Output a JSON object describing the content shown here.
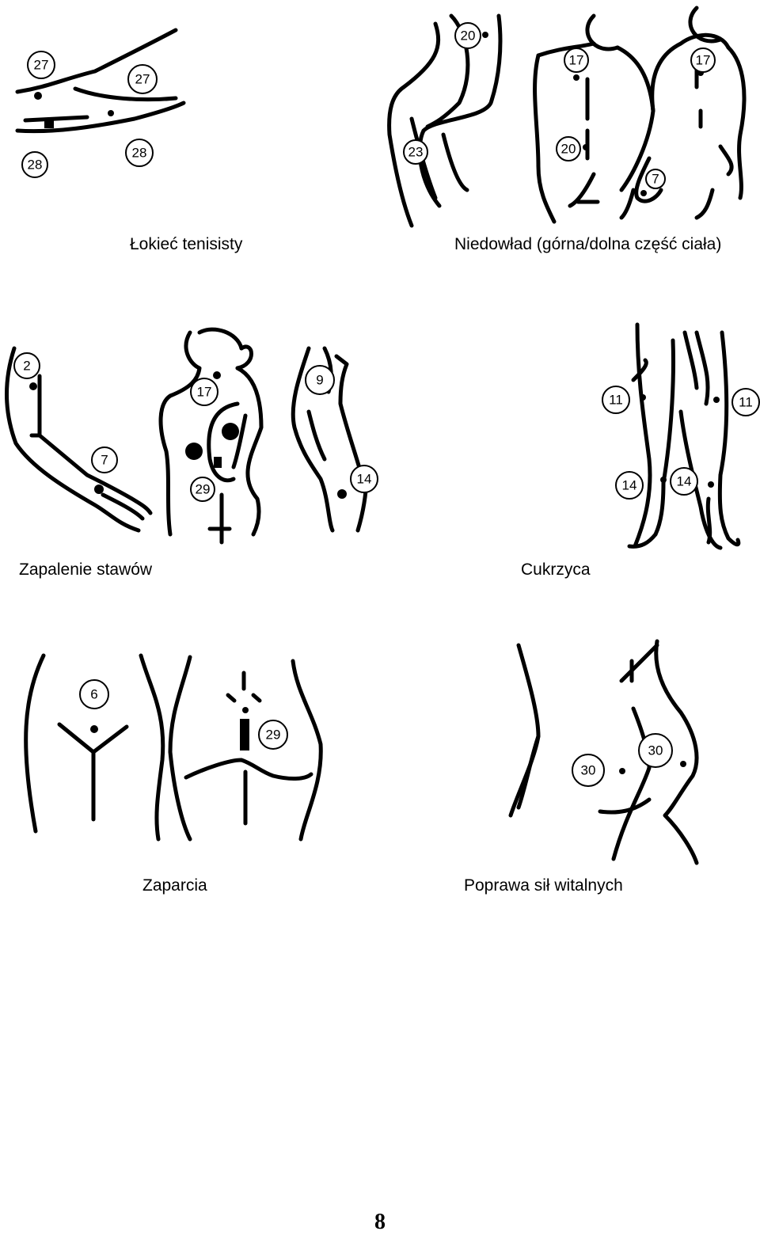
{
  "captions": {
    "tennis_elbow": "Łokieć tenisisty",
    "paresis": "Niedowład (górna/dolna część ciała)",
    "arthritis": "Zapalenie stawów",
    "diabetes": "Cukrzyca",
    "constipation": "Zaparcia",
    "vitality": "Poprawa sił witalnych"
  },
  "points": {
    "tennis_elbow": [
      "27",
      "27",
      "28",
      "28"
    ],
    "paresis": [
      "20",
      "17",
      "17",
      "23",
      "20",
      "7"
    ],
    "arthritis": [
      "2",
      "17",
      "7",
      "29",
      "9",
      "14"
    ],
    "diabetes": [
      "11",
      "11",
      "14",
      "14"
    ],
    "constipation": [
      "6",
      "29"
    ],
    "vitality": [
      "30",
      "30"
    ]
  },
  "page_number": "8"
}
